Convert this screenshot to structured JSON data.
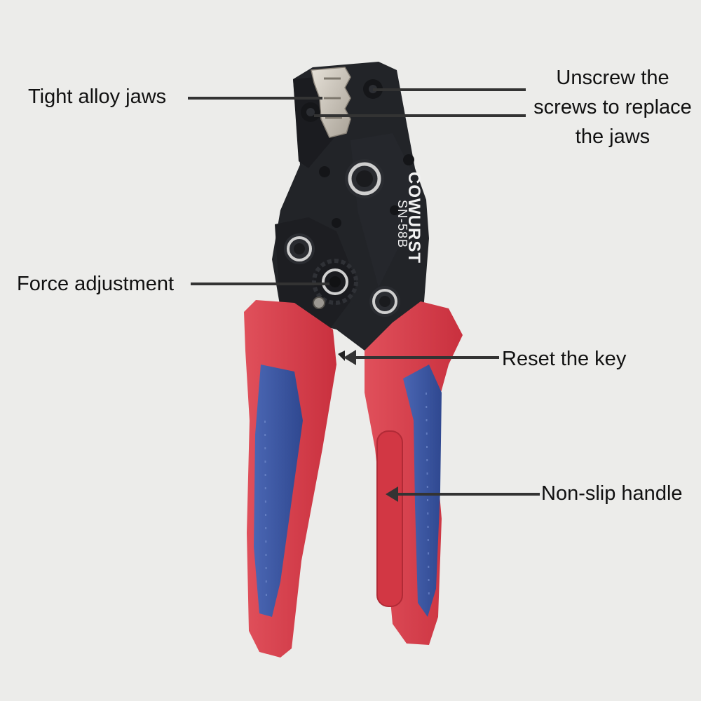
{
  "callouts": {
    "tight_alloy_jaws": "Tight alloy jaws",
    "unscrew_line1": "Unscrew the",
    "unscrew_line2": "screws to replace",
    "unscrew_line3": "the jaws",
    "force_adjustment": "Force adjustment",
    "reset_key": "Reset the key",
    "non_slip_handle": "Non-slip handle"
  },
  "tool": {
    "brand": "COWURST",
    "model": "SN-58B"
  },
  "colors": {
    "background": "#ececea",
    "body": "#222428",
    "grip_red": "#d9434f",
    "grip_blue": "#3a55a0",
    "jaw_metal": "#c9c3b9",
    "line": "#333333"
  }
}
